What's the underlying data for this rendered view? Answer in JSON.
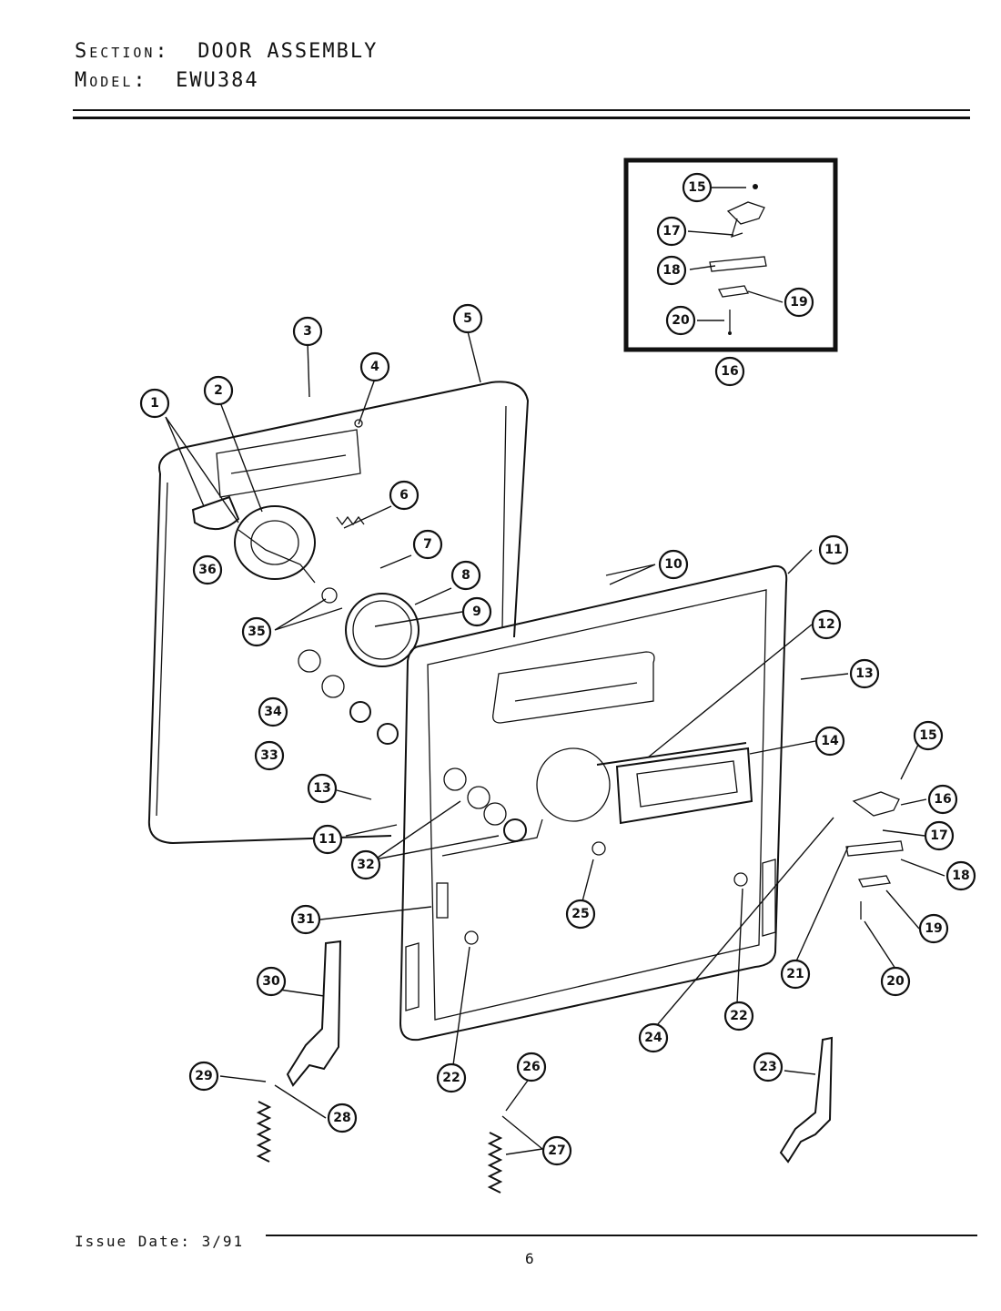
{
  "header": {
    "section_label": "Section:",
    "section_value": "DOOR ASSEMBLY",
    "model_label": "Model:",
    "model_value": "EWU384"
  },
  "footer": {
    "issue_date": "Issue Date: 3/91",
    "page_number": "6"
  },
  "callouts": [
    "1",
    "2",
    "3",
    "4",
    "5",
    "6",
    "7",
    "8",
    "9",
    "10",
    "11",
    "11",
    "12",
    "13",
    "13",
    "14",
    "15",
    "15",
    "16",
    "16",
    "17",
    "17",
    "18",
    "18",
    "19",
    "19",
    "20",
    "20",
    "21",
    "22",
    "22",
    "23",
    "24",
    "25",
    "26",
    "27",
    "28",
    "29",
    "30",
    "31",
    "32",
    "33",
    "34",
    "35",
    "36"
  ]
}
